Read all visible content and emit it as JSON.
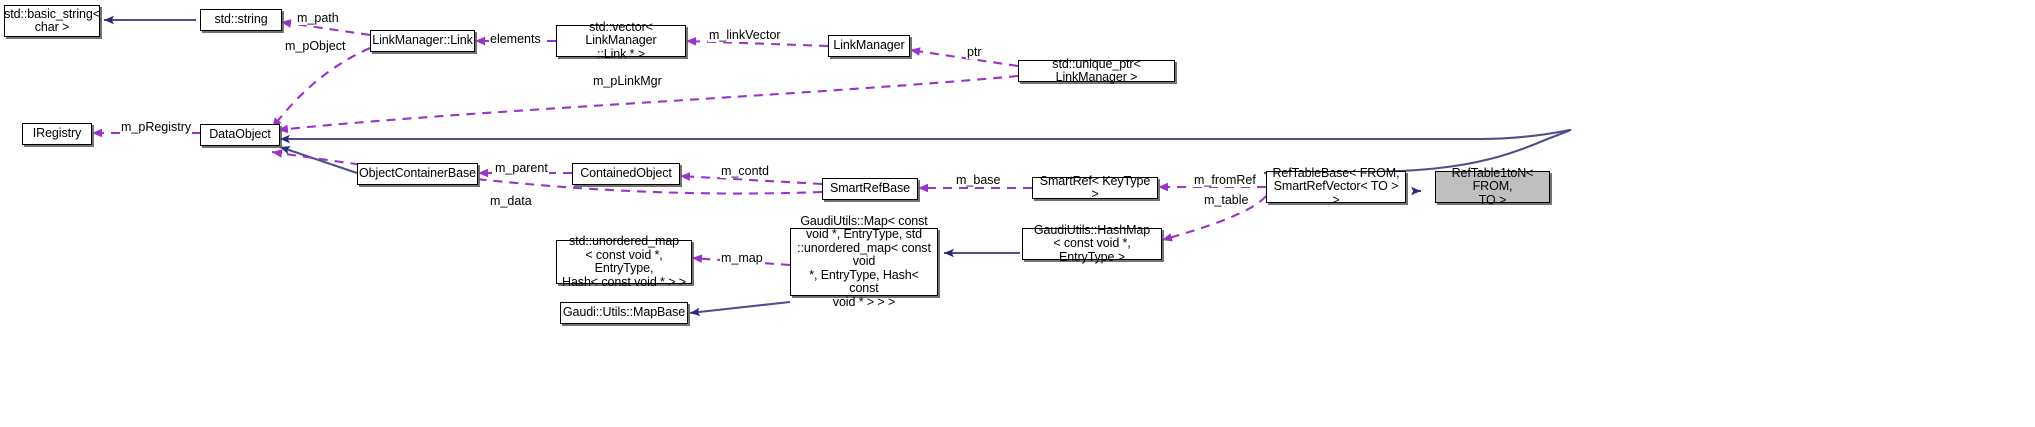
{
  "diagram": {
    "title": "RefTable1toN< FROM, TO > collaboration diagram",
    "kind": "uml-collaboration-diagram",
    "colors": {
      "inheritance_edge": "#2a2a7a",
      "usage_edge": "#9a32cd",
      "node_border": "#000000",
      "node_fill": "#ffffff",
      "highlight_fill": "#bfbfbf"
    },
    "nodes": [
      {
        "id": "basic_string",
        "label": "std::basic_string<\nchar >"
      },
      {
        "id": "string",
        "label": "std::string"
      },
      {
        "id": "link",
        "label": "LinkManager::Link"
      },
      {
        "id": "vector_link",
        "label": "std::vector< LinkManager\n::Link * >"
      },
      {
        "id": "linkmanager",
        "label": "LinkManager"
      },
      {
        "id": "unique_ptr",
        "label": "std::unique_ptr< LinkManager >"
      },
      {
        "id": "iregistry",
        "label": "IRegistry"
      },
      {
        "id": "dataobject",
        "label": "DataObject"
      },
      {
        "id": "objcontbase",
        "label": "ObjectContainerBase"
      },
      {
        "id": "containedobj",
        "label": "ContainedObject"
      },
      {
        "id": "smartrefbase",
        "label": "SmartRefBase"
      },
      {
        "id": "smartref",
        "label": "SmartRef< KeyType >"
      },
      {
        "id": "reftablebase",
        "label": "RefTableBase< FROM,\nSmartRefVector< TO > >"
      },
      {
        "id": "reftable1ton",
        "label": "RefTable1toN< FROM,\nTO >"
      },
      {
        "id": "unordered_map",
        "label": "std::unordered_map\n< const void *, EntryType,\nHash< const void * > >"
      },
      {
        "id": "gaudiutils_map",
        "label": "GaudiUtils::Map< const\nvoid *, EntryType, std\n::unordered_map< const void\n*, EntryType, Hash< const\nvoid * > > >"
      },
      {
        "id": "hashmap",
        "label": "GaudiUtils::HashMap\n< const void *, EntryType >"
      },
      {
        "id": "mapbase",
        "label": "Gaudi::Utils::MapBase"
      }
    ],
    "edge_labels": [
      {
        "id": "m_path",
        "text": "m_path"
      },
      {
        "id": "m_pObject",
        "text": "m_pObject"
      },
      {
        "id": "elements",
        "text": "elements"
      },
      {
        "id": "m_linkVector",
        "text": "m_linkVector"
      },
      {
        "id": "ptr",
        "text": "ptr"
      },
      {
        "id": "m_pLinkMgr",
        "text": "m_pLinkMgr"
      },
      {
        "id": "m_pRegistry",
        "text": "m_pRegistry"
      },
      {
        "id": "m_parent",
        "text": "m_parent"
      },
      {
        "id": "m_contd",
        "text": "m_contd"
      },
      {
        "id": "m_base",
        "text": "m_base"
      },
      {
        "id": "m_fromRef",
        "text": "m_fromRef"
      },
      {
        "id": "m_data",
        "text": "m_data"
      },
      {
        "id": "m_table",
        "text": "m_table"
      },
      {
        "id": "m_map",
        "text": "m_map"
      }
    ]
  }
}
